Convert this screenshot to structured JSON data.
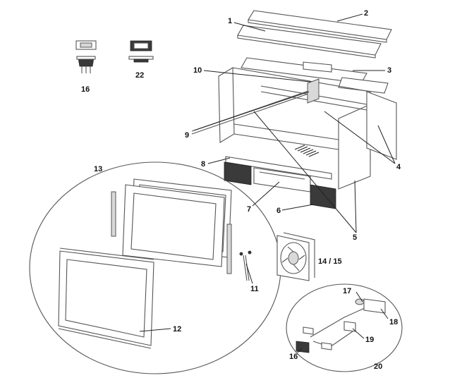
{
  "diagram": {
    "labels": {
      "l1": "1",
      "l2": "2",
      "l3": "3",
      "l4": "4",
      "l5": "5",
      "l6": "6",
      "l7": "7",
      "l8": "8",
      "l9": "9",
      "l10": "10",
      "l11": "11",
      "l12": "12",
      "l13": "13",
      "l14": "14 / 15",
      "l16a": "16",
      "l16b": "16",
      "l17": "17",
      "l18": "18",
      "l19": "19",
      "l20": "20",
      "l22": "22"
    }
  }
}
